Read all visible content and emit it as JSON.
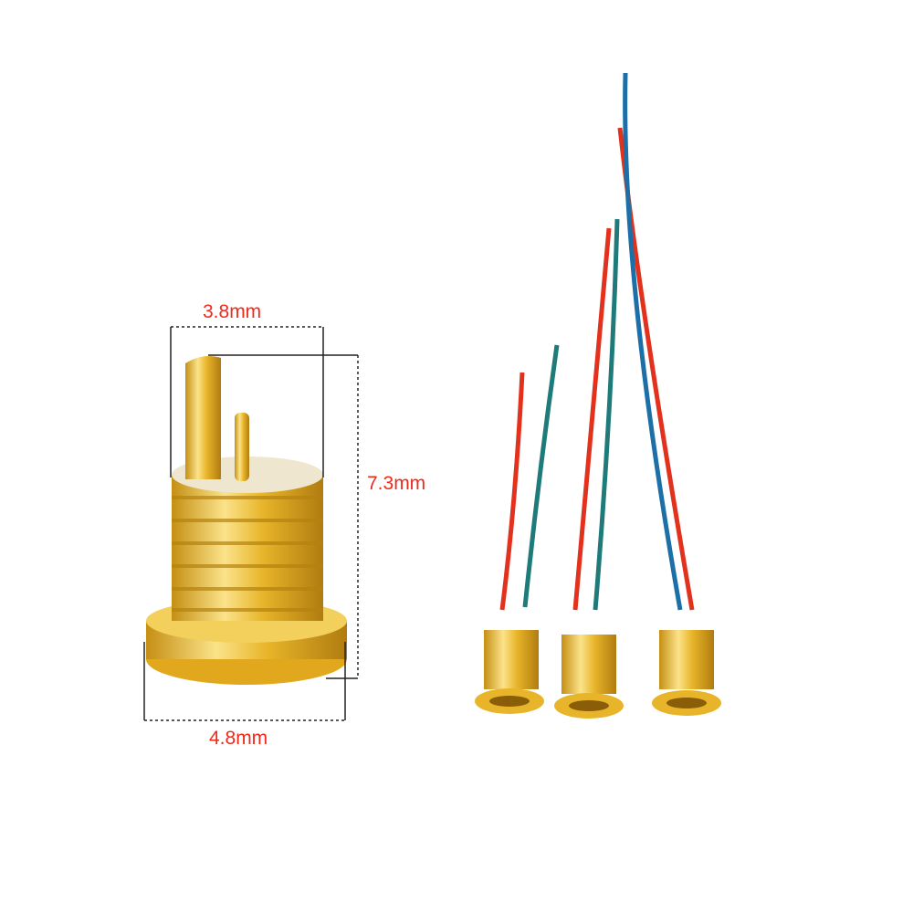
{
  "dimensions": {
    "top_width": "3.8mm",
    "height": "7.3mm",
    "base_width": "4.8mm"
  },
  "colors": {
    "label": "#ee2a1b",
    "gold": "#e8b52a",
    "gold_light": "#fbe38a",
    "gold_dark": "#b07c10",
    "wire_red": "#e2321e",
    "wire_blue": "#1d6fa8",
    "wire_teal": "#1f7a7a"
  },
  "connectors": {
    "large_count": 1,
    "wired_count": 3
  }
}
